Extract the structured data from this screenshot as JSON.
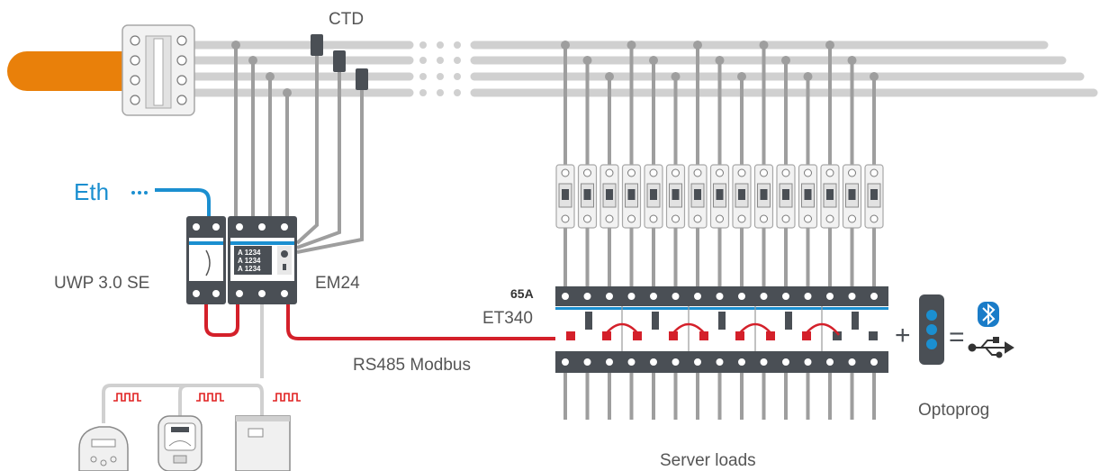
{
  "labels": {
    "ctd": "CTD",
    "eth": "Eth",
    "uwp": "UWP 3.0 SE",
    "em24": "EM24",
    "et340_rating": "65A",
    "et340": "ET340",
    "rs485": "RS485 Modbus",
    "optoprog": "Optoprog",
    "server_loads": "Server loads"
  },
  "em24_display_lines": [
    "A 1234",
    "A 1234",
    "A 1234"
  ],
  "colors": {
    "busbar": "#d0d0d0",
    "feed": "#e9800a",
    "wire": "#9e9e9e",
    "eth_cable": "#1b8fd0",
    "rs485_cable": "#d4202a",
    "device_dark": "#4a4f55",
    "accent_blue": "#1b8fd0",
    "bluetooth": "#1a7cc8"
  },
  "icons": [
    "bluetooth-icon",
    "usb-icon",
    "pulse-signal-icon"
  ]
}
